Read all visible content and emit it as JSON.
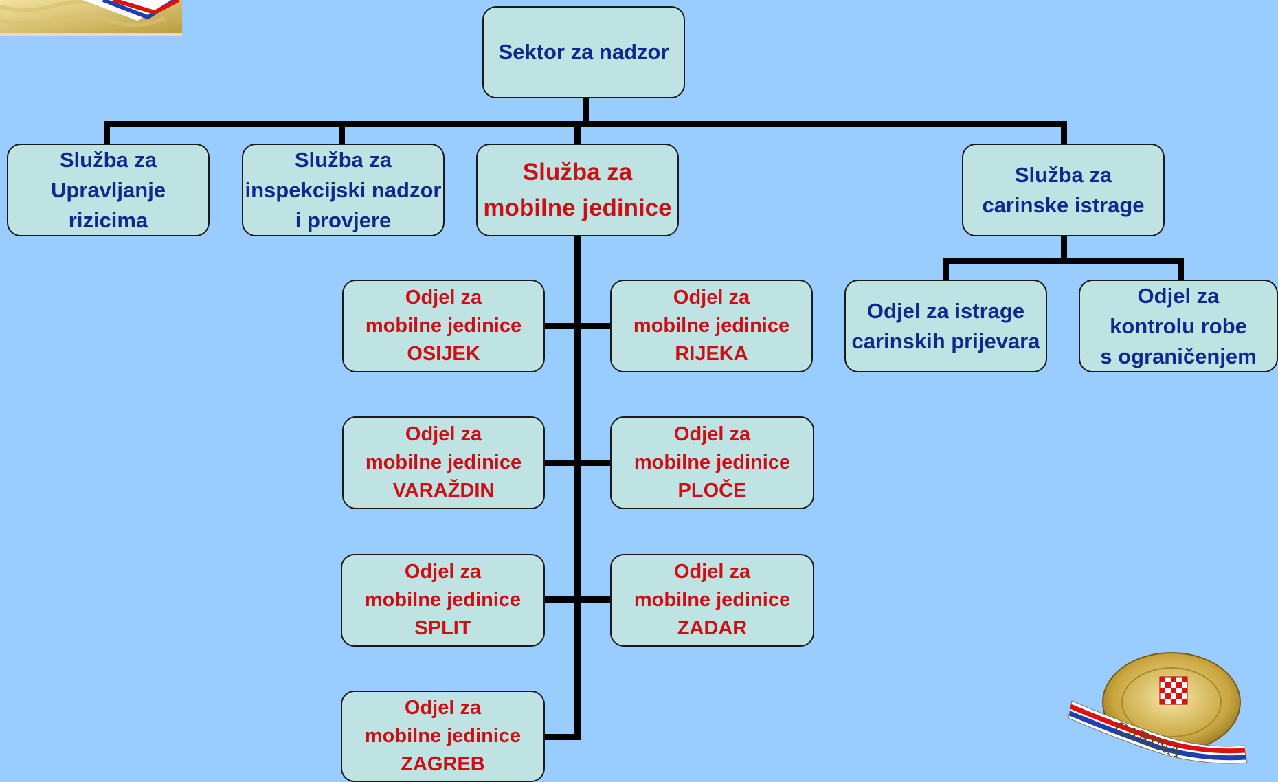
{
  "colors": {
    "background": "#99ccff",
    "box_fill": "#bfe3e3",
    "box_border": "#1a1a1a",
    "connector": "#000000",
    "blue_text": "#0f2a8c",
    "red_text": "#cc0f14"
  },
  "root": {
    "lines": [
      "Sektor za nadzor"
    ]
  },
  "services": [
    {
      "id": "rizici",
      "color": "blue",
      "lines": [
        "Služba za",
        "Upravljanje",
        "rizicima"
      ]
    },
    {
      "id": "inspekcija",
      "color": "blue",
      "lines": [
        "Služba za",
        "inspekcijski nadzor",
        "i provjere"
      ]
    },
    {
      "id": "mobilne",
      "color": "red",
      "lines": [
        "Služba za",
        "mobilne jedinice"
      ]
    },
    {
      "id": "istrage",
      "color": "blue",
      "lines": [
        "Služba za",
        "carinske istrage"
      ]
    }
  ],
  "mobile_units": [
    {
      "lines": [
        "Odjel za",
        "mobilne jedinice",
        "OSIJEK"
      ]
    },
    {
      "lines": [
        "Odjel za",
        "mobilne jedinice",
        "RIJEKA"
      ]
    },
    {
      "lines": [
        "Odjel za",
        "mobilne jedinice",
        "VARAŽDIN"
      ]
    },
    {
      "lines": [
        "Odjel za",
        "mobilne jedinice",
        "PLOČE"
      ]
    },
    {
      "lines": [
        "Odjel za",
        "mobilne jedinice",
        "SPLIT"
      ]
    },
    {
      "lines": [
        "Odjel za",
        "mobilne jedinice",
        "ZADAR"
      ]
    },
    {
      "lines": [
        "Odjel za",
        "mobilne jedinice",
        "ZAGREB"
      ]
    }
  ],
  "investigation_units": [
    {
      "lines": [
        "Odjel za istrage",
        "carinskih prijevara"
      ]
    },
    {
      "lines": [
        "Odjel za",
        "kontrolu robe",
        "s ograničenjem"
      ]
    }
  ],
  "emblem": {
    "name": "carina-emblem",
    "text": "CARINA"
  }
}
